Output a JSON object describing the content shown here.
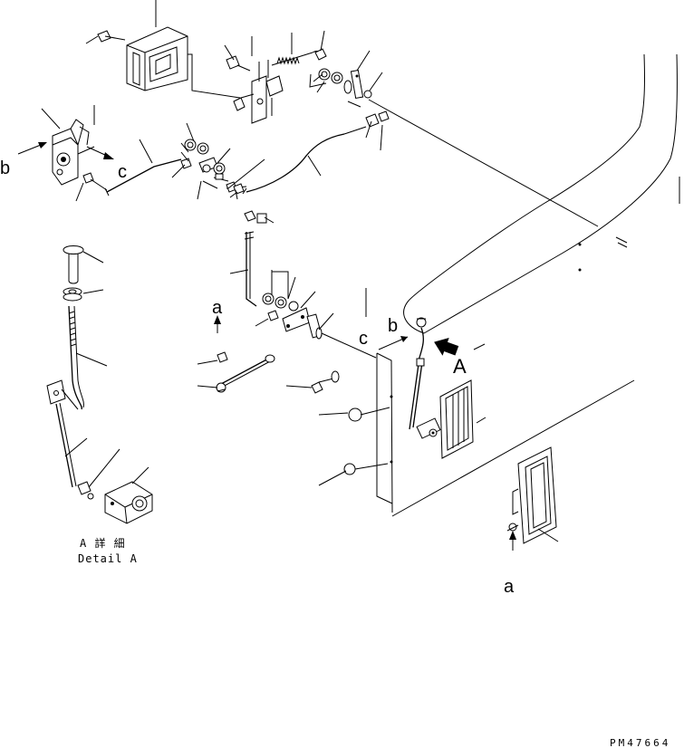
{
  "labels": {
    "view_a": "A",
    "b_left": "b",
    "c_left": "c",
    "a_left": "a",
    "c_center": "c",
    "b_center": "b",
    "a_bottom": "a"
  },
  "detail": {
    "title_jp": "A 詳 細",
    "title_en": "Detail A"
  },
  "drawing_number": "PM47664"
}
